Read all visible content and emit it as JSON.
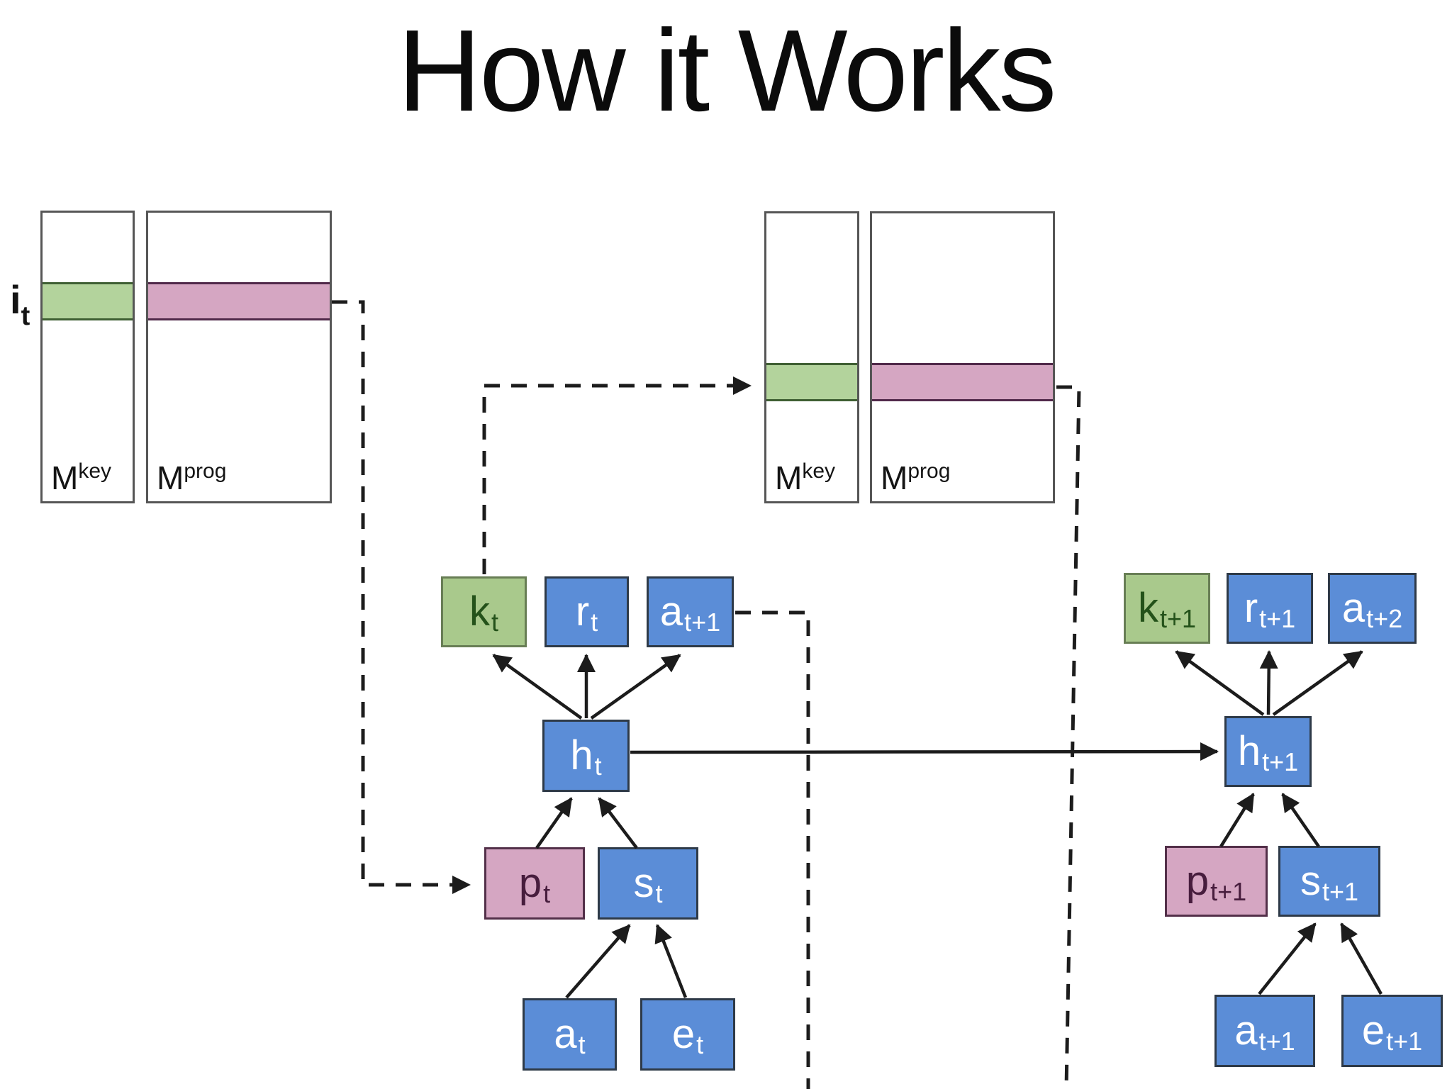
{
  "title": "How it Works",
  "memory_left": {
    "row_label": {
      "base": "i",
      "sub": "t"
    },
    "key_label": {
      "base": "M",
      "sup": "key"
    },
    "prog_label": {
      "base": "M",
      "sup": "prog"
    }
  },
  "memory_right": {
    "key_label": {
      "base": "M",
      "sup": "key"
    },
    "prog_label": {
      "base": "M",
      "sup": "prog"
    }
  },
  "nodes": {
    "kt": {
      "base": "k",
      "sub": "t"
    },
    "rt": {
      "base": "r",
      "sub": "t"
    },
    "at1": {
      "base": "a",
      "sub": "t+1"
    },
    "ht": {
      "base": "h",
      "sub": "t"
    },
    "pt": {
      "base": "p",
      "sub": "t"
    },
    "st": {
      "base": "s",
      "sub": "t"
    },
    "at": {
      "base": "a",
      "sub": "t"
    },
    "et": {
      "base": "e",
      "sub": "t"
    },
    "kt1": {
      "base": "k",
      "sub": "t+1"
    },
    "rt1": {
      "base": "r",
      "sub": "t+1"
    },
    "at2": {
      "base": "a",
      "sub": "t+2"
    },
    "ht1": {
      "base": "h",
      "sub": "t+1"
    },
    "pt1": {
      "base": "p",
      "sub": "t+1"
    },
    "st1": {
      "base": "s",
      "sub": "t+1"
    },
    "at1b": {
      "base": "a",
      "sub": "t+1"
    },
    "et1": {
      "base": "e",
      "sub": "t+1"
    }
  },
  "colors": {
    "node_blue": "#5b8dd7",
    "node_green": "#a9c98c",
    "node_pink": "#d5a6c2",
    "memory_green_row": "#b3d39c",
    "memory_pink_row": "#d5a6c2",
    "arrow": "#1c1c1c",
    "background": "#ffffff"
  }
}
